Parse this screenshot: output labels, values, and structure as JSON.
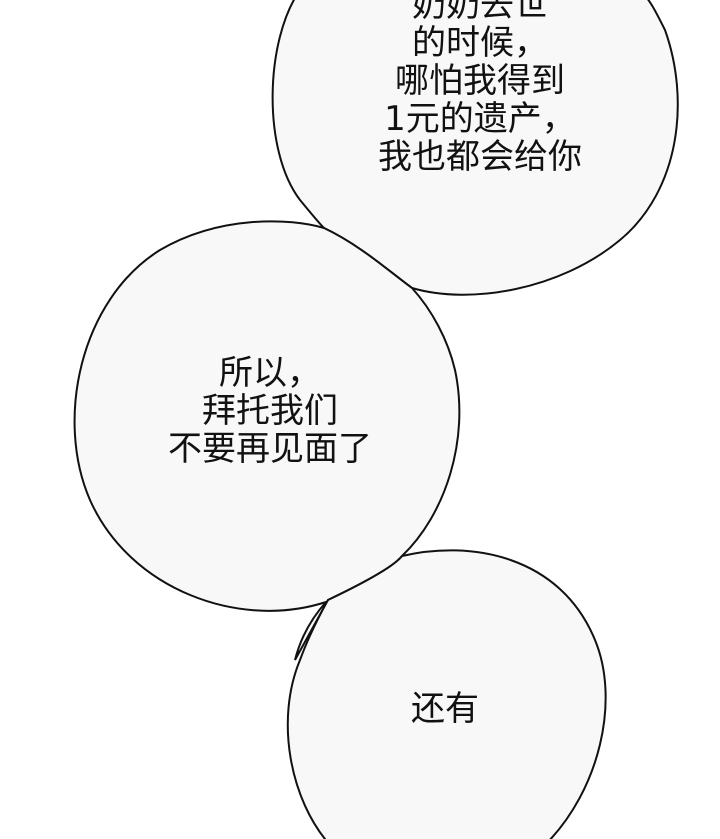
{
  "colors": {
    "background": "#ffffff",
    "bubble_fill": "#f8f8f8",
    "outline": "#111111",
    "text": "#111111"
  },
  "bubbles": {
    "top": {
      "lines": [
        "奶奶去世",
        "的时候，",
        "哪怕我得到",
        "1元的遗产，",
        "我也都会给你"
      ]
    },
    "middle": {
      "lines": [
        "所以，",
        "拜托我们",
        "不要再见面了"
      ]
    },
    "bottom": {
      "lines": [
        "还有"
      ]
    }
  }
}
